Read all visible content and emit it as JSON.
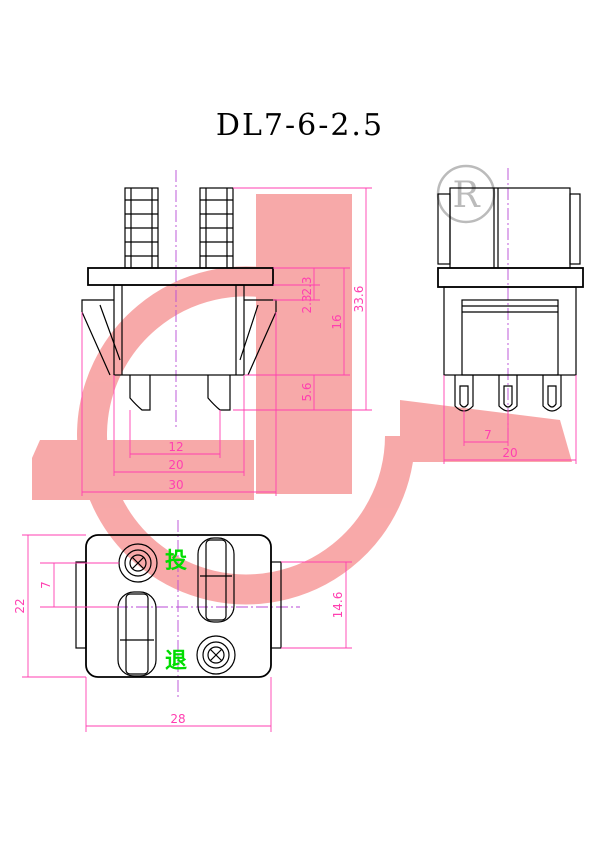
{
  "title": "DL7-6-2.5",
  "registered_mark": "R",
  "colors": {
    "watermark": "#f7a0a0",
    "dimension": "#ff3fb0",
    "centerline": "#b84ad6",
    "label": "#00dd00",
    "outline": "#000000"
  },
  "front_view": {
    "dims": {
      "d2_3": "2.3",
      "d2_3b": "2.3",
      "d16": "16",
      "d33_6": "33.6",
      "d5_6": "5.6",
      "d12": "12",
      "d20": "20",
      "d30": "30"
    }
  },
  "side_view": {
    "dims": {
      "d7": "7",
      "d20": "20"
    }
  },
  "bottom_view": {
    "dims": {
      "d7": "7",
      "d22": "22",
      "d14_6": "14.6",
      "d28": "28"
    },
    "labels": {
      "on": "投",
      "off": "退"
    }
  }
}
